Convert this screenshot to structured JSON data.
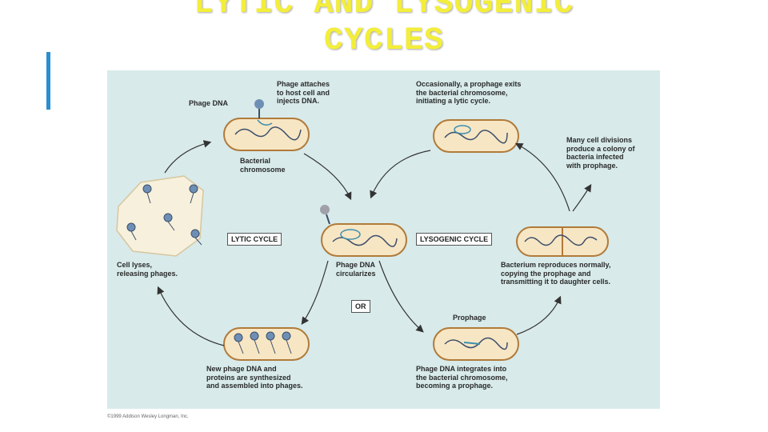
{
  "title_line1": "LYTIC AND LYSOGENIC",
  "title_line2": "CYCLES",
  "colors": {
    "title": "#f3ee3a",
    "accent_bar": "#2a8fd0",
    "panel_bg": "#d8eaea",
    "cell_fill": "#f7e6c4",
    "cell_stroke": "#b07a3a",
    "phage": "#6e8fb5",
    "arrow": "#333333"
  },
  "diagram": {
    "phage_dna": "Phage DNA",
    "attaches": "Phage attaches\nto host cell and\ninjects DNA.",
    "bacterial_chromosome": "Bacterial\nchromosome",
    "lytic_cycle": "LYTIC CYCLE",
    "lysogenic_cycle": "LYSOGENIC CYCLE",
    "cell_lyses": "Cell lyses,\nreleasing phages.",
    "circularizes": "Phage DNA\ncircularizes",
    "or": "OR",
    "new_phage": "New phage DNA and\nproteins are synthesized\nand assembled into phages.",
    "occasionally": "Occasionally, a prophage exits\nthe bacterial chromosome,\ninitiating a lytic cycle.",
    "many_divisions": "Many cell divisions\nproduce a colony of\nbacteria infected\nwith prophage.",
    "reproduces": "Bacterium reproduces normally,\ncopying the prophage and\ntransmitting it to daughter cells.",
    "prophage": "Prophage",
    "integrates": "Phage DNA integrates into\nthe bacterial chromosome,\nbecoming a prophage."
  },
  "copyright": "©1999 Addison Wesley Longman, Inc."
}
